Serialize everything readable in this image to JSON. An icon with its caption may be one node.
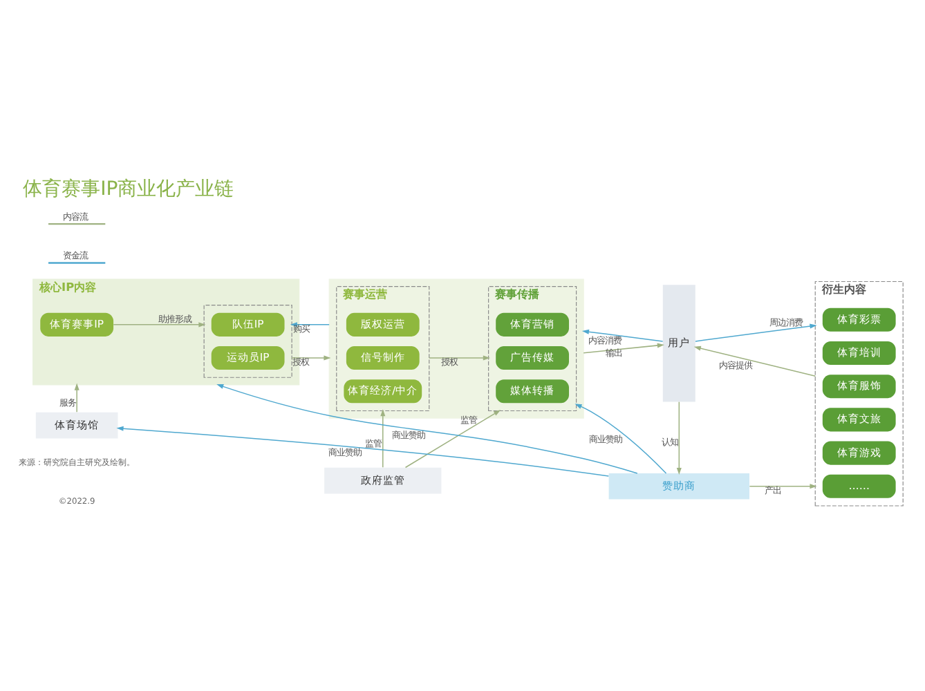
{
  "diagram": {
    "title": "体育赛事IP商业化产业链",
    "nodes": [
      {
        "text": [
          "核心IP内容"
        ]
      },
      {
        "text": [
          "体育赛事IP"
        ],
        "in": 0
      },
      {
        "text": [],
        "shape": "box",
        "in": 0
      },
      {
        "text": [
          "队伍IP"
        ],
        "in": 2
      },
      {
        "text": [
          "运动员IP"
        ],
        "in": 2
      },
      {
        "text": [],
        "shape": "box"
      },
      {
        "text": [
          "赛事运营"
        ],
        "in": 5
      },
      {
        "text": [
          "版权运营"
        ],
        "in": 6
      },
      {
        "text": [
          "信号制作"
        ],
        "in": 6
      },
      {
        "text": [
          "体育经济/中介"
        ],
        "in": 6
      },
      {
        "text": [
          "赛事传播"
        ],
        "in": 5
      },
      {
        "text": [
          "体育营销"
        ],
        "in": 10
      },
      {
        "text": [
          "广告传媒"
        ],
        "in": 10
      },
      {
        "text": [
          "媒体转播"
        ],
        "in": 10
      },
      {
        "text": [
          "用户"
        ]
      },
      {
        "text": [
          "衍生内容"
        ]
      },
      {
        "text": [
          "体育彩票"
        ],
        "in": 15
      },
      {
        "text": [
          "体育培训"
        ],
        "in": 15
      },
      {
        "text": [
          "体育服饰"
        ],
        "in": 15
      },
      {
        "text": [
          "体育文旅"
        ],
        "in": 15
      },
      {
        "text": [
          "体育游戏"
        ],
        "in": 15
      },
      {
        "text": [
          "……"
        ],
        "in": 15
      },
      {
        "text": [
          "体育场馆"
        ]
      },
      {
        "text": [
          "政府监管"
        ]
      },
      {
        "text": [
          "赞助商"
        ]
      }
    ],
    "edges": [
      {
        "from": 1,
        "to": 2,
        "arrow": "to",
        "label": "助推形成"
      },
      {
        "from": 5,
        "to": 2,
        "arrow": "to",
        "label": "购买",
        "color": "#4fa8cf"
      },
      {
        "from": 2,
        "to": 5,
        "arrow": "to",
        "label": "授权"
      },
      {
        "from": 6,
        "to": 10,
        "arrow": "to",
        "label": "授权"
      },
      {
        "from": 14,
        "to": 5,
        "arrow": "to",
        "label": "内容消费",
        "color": "#4fa8cf"
      },
      {
        "from": 5,
        "to": 14,
        "arrow": "to",
        "label": "输出"
      },
      {
        "from": 14,
        "to": 15,
        "arrow": "to",
        "label": "周边消费",
        "color": "#4fa8cf"
      },
      {
        "from": 15,
        "to": 14,
        "arrow": "to",
        "label": "内容提供"
      },
      {
        "from": 22,
        "to": 0,
        "arrow": "to",
        "label": "服务"
      },
      {
        "from": 24,
        "to": 0,
        "arrow": "to",
        "label": "商业赞助",
        "color": "#4fa8cf"
      },
      {
        "from": 24,
        "to": 22,
        "arrow": "to",
        "label": "商业赞助",
        "color": "#4fa8cf"
      },
      {
        "from": 23,
        "to": 6,
        "arrow": "to",
        "label": "监管"
      },
      {
        "from": 23,
        "to": 10,
        "arrow": "to",
        "label": "监管"
      },
      {
        "from": 24,
        "to": 10,
        "arrow": "to",
        "label": "商业赞助",
        "color": "#4fa8cf"
      },
      {
        "from": 14,
        "to": 24,
        "arrow": "to",
        "label": "认知"
      },
      {
        "from": 24,
        "to": 15,
        "arrow": "to",
        "label": "产出"
      }
    ],
    "labels": [
      "来源：研究院自主研究及绘制。",
      "©2022.9"
    ],
    "legend": [
      {
        "text": "内容流"
      },
      {
        "text": "资金流"
      }
    ]
  }
}
